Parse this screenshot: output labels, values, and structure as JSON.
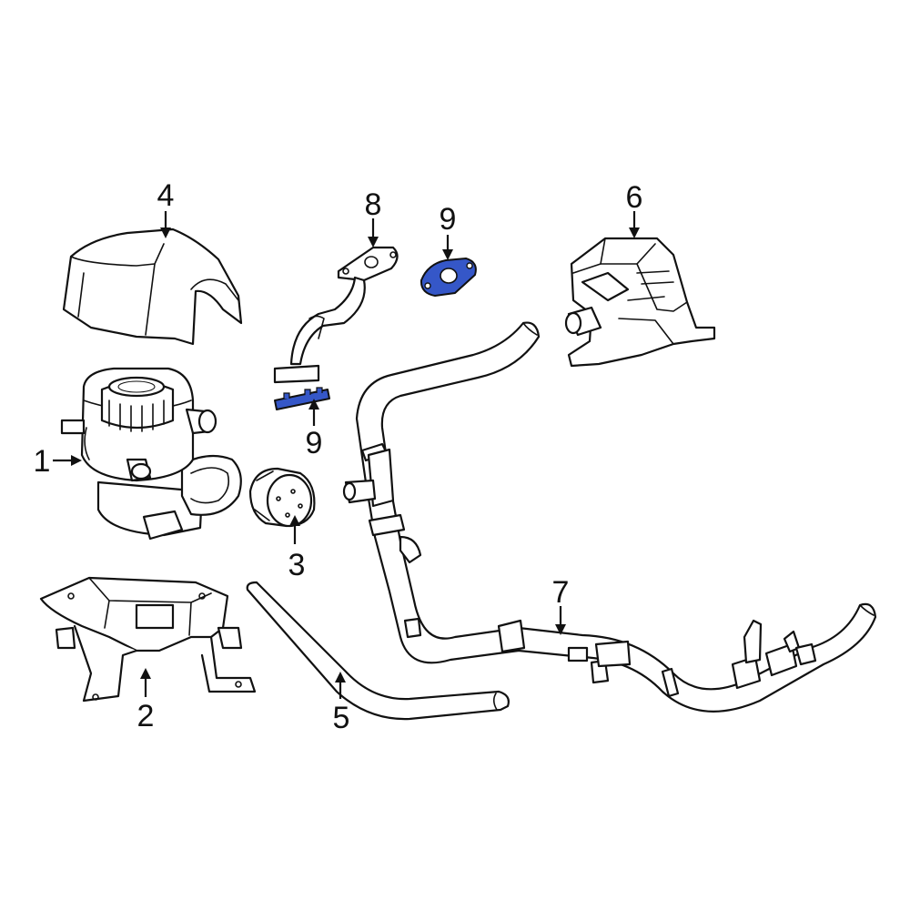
{
  "highlight_color": "#3557c8",
  "callouts": [
    {
      "id": "part-1",
      "label": "1"
    },
    {
      "id": "part-2",
      "label": "2"
    },
    {
      "id": "part-3",
      "label": "3"
    },
    {
      "id": "part-4",
      "label": "4"
    },
    {
      "id": "part-5",
      "label": "5"
    },
    {
      "id": "part-6",
      "label": "6"
    },
    {
      "id": "part-7",
      "label": "7"
    },
    {
      "id": "part-8",
      "label": "8"
    },
    {
      "id": "part-9a",
      "label": "9"
    },
    {
      "id": "part-9b",
      "label": "9"
    }
  ],
  "highlighted_parts": [
    "part-9a",
    "part-9b"
  ]
}
